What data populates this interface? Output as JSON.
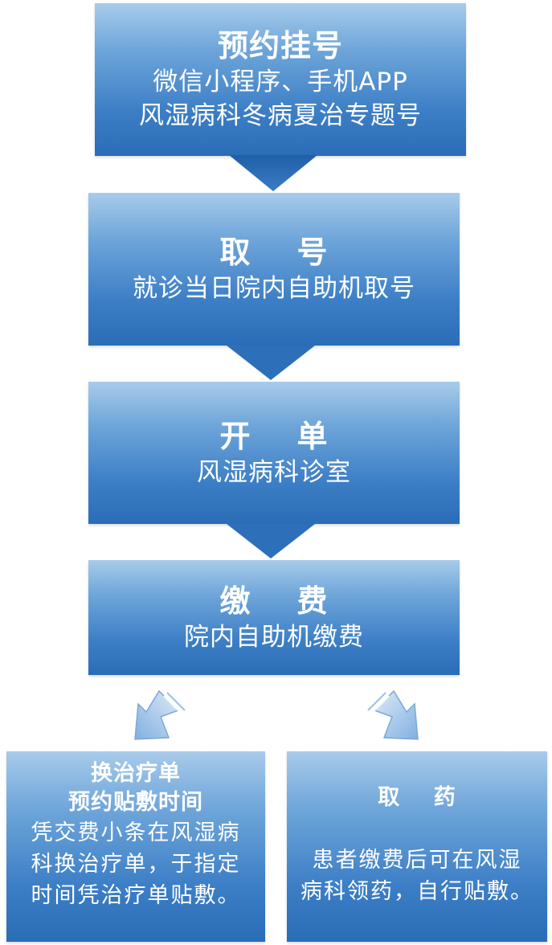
{
  "colors": {
    "box_top": "#a8cbea",
    "box_bottom": "#2a6db7",
    "arrow": "#2f72bb",
    "text": "#ffffff"
  },
  "steps": [
    {
      "title": "预约挂号",
      "lines": [
        "微信小程序、手机APP",
        "风湿病科冬病夏治专题号"
      ]
    },
    {
      "title": "取    号",
      "lines": [
        "就诊当日院内自助机取号"
      ]
    },
    {
      "title": "开    单",
      "lines": [
        "风湿病科诊室"
      ]
    },
    {
      "title": "缴    费",
      "lines": [
        "院内自助机缴费"
      ]
    }
  ],
  "branches": [
    {
      "title_lines": [
        "换治疗单",
        "预约贴敷时间"
      ],
      "lines": [
        "凭交费小条在风湿病",
        "科换治疗单，于指定",
        "时间凭治疗单贴敷。"
      ]
    },
    {
      "title_lines": [
        "取    药"
      ],
      "lines": [
        "患者缴费后可在风湿",
        "病科领药，自行贴敷。"
      ]
    }
  ]
}
